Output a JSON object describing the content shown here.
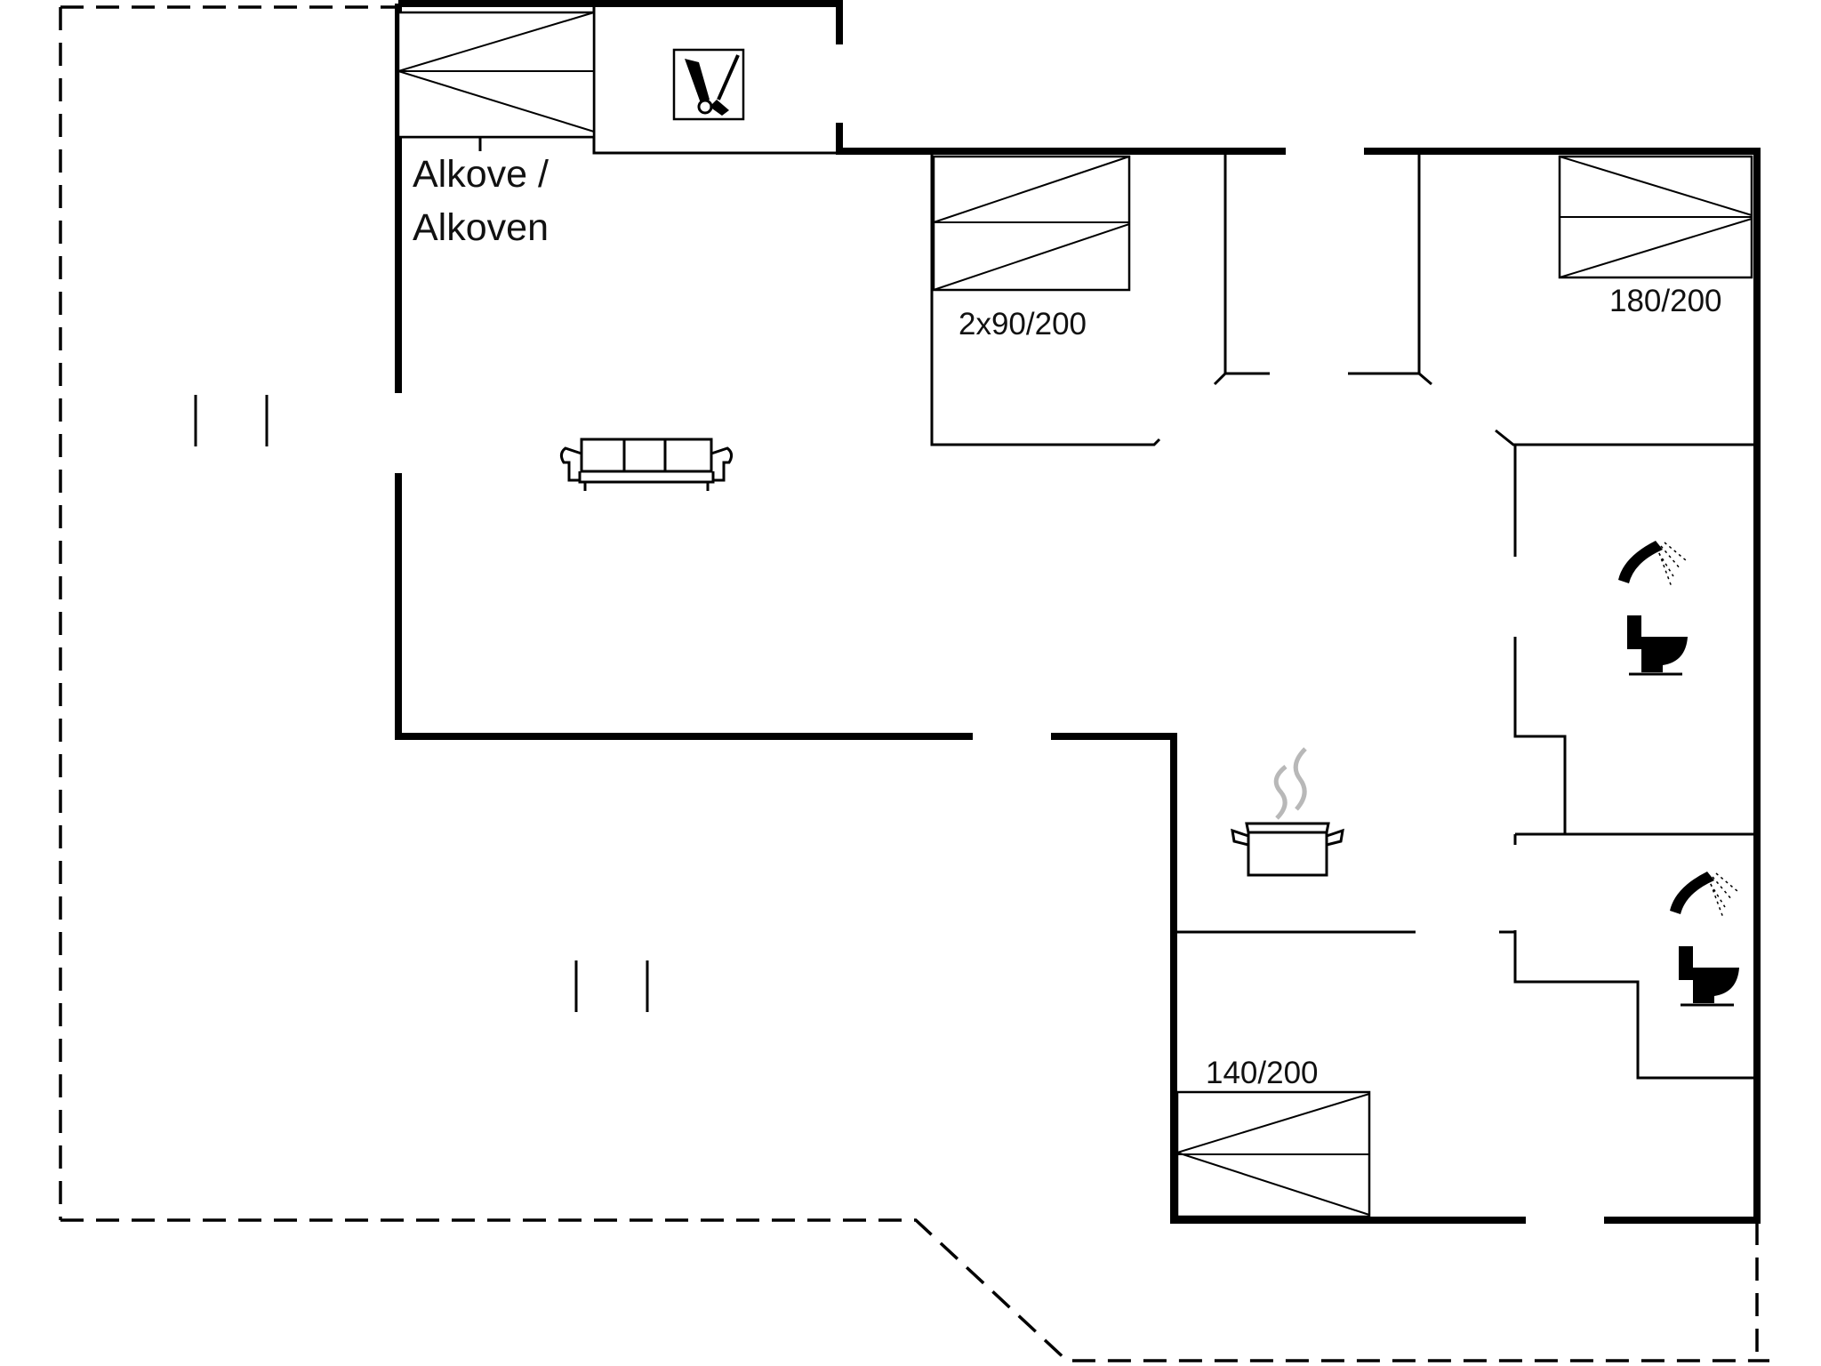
{
  "labels": {
    "alcove_line1": "Alkove /",
    "alcove_line2": "Alkoven",
    "bed_twin": "2x90/200",
    "bed_double_large": "180/200",
    "bed_double": "140/200"
  },
  "icons": {
    "sofa": "sofa-icon",
    "kitchen": "cooking-pot-icon",
    "utility": "vacuum-broom-icon",
    "bath_shower": "shower-icon",
    "bath_toilet": "toilet-icon"
  },
  "colors": {
    "walls": "#000000",
    "background": "#ffffff",
    "steam": "#b8b8b8"
  }
}
